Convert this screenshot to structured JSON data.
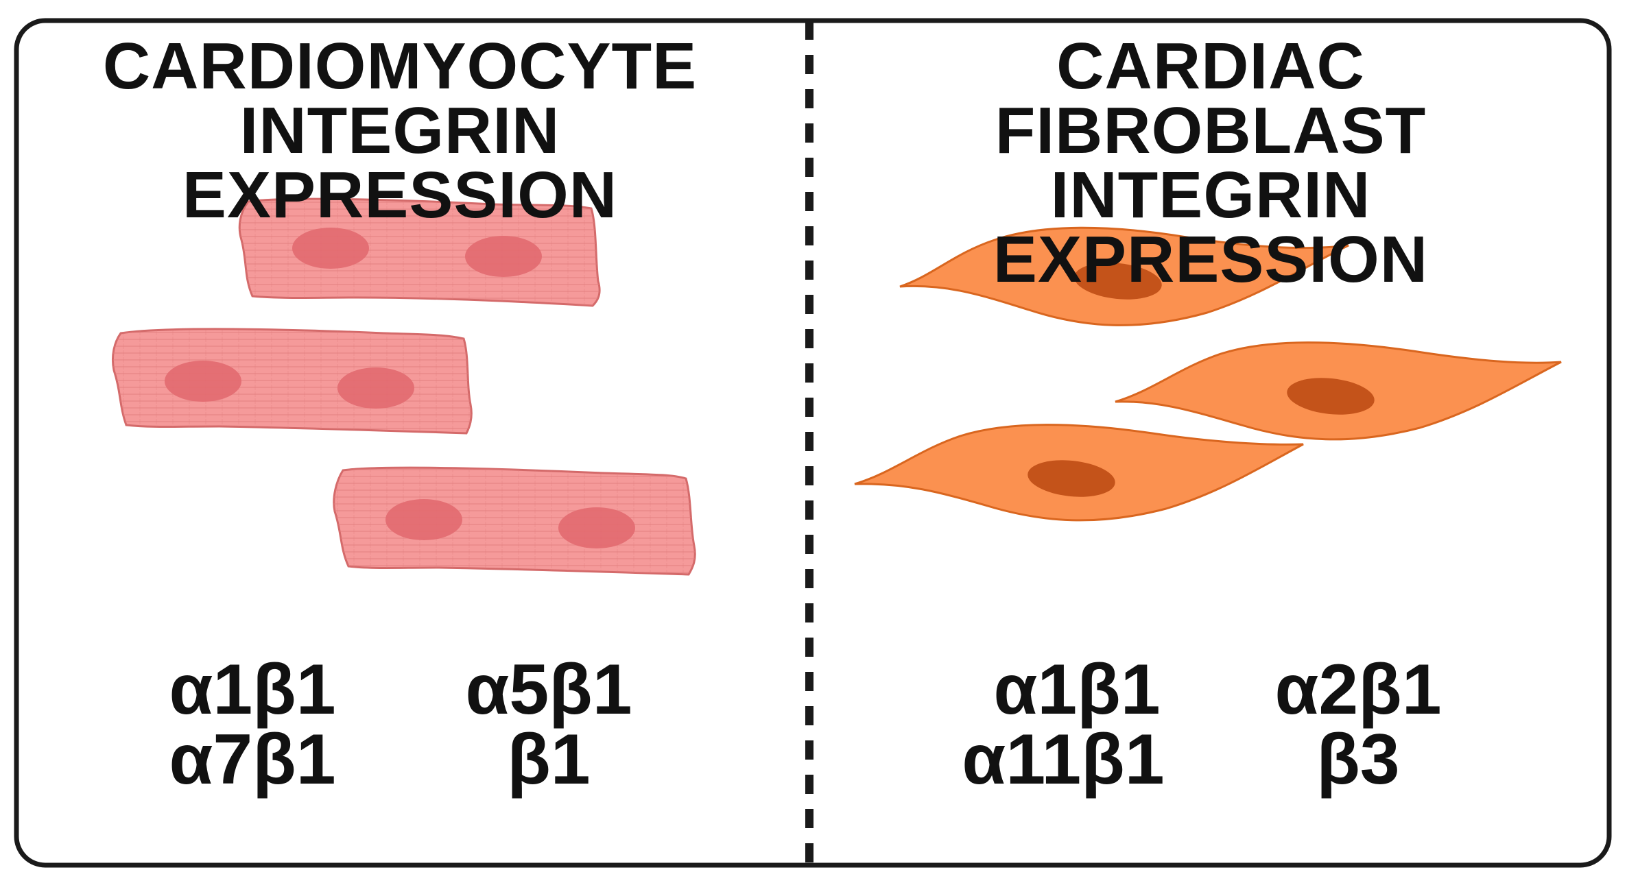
{
  "panels": {
    "left": {
      "title_line1": "CARDIOMYOCYTE",
      "title_line2": "INTEGRIN EXPRESSION",
      "integrins": [
        "α1β1",
        "α5β1",
        "α7β1",
        "β1"
      ]
    },
    "right": {
      "title_line1": "CARDIAC FIBROBLAST",
      "title_line2": "INTEGRIN EXPRESSION",
      "integrins": [
        "α1β1",
        "α2β1",
        "α11β1",
        "β3"
      ]
    }
  },
  "colors": {
    "frame": "#1a1a1a",
    "divider": "#1a1a1a",
    "cardiomyocyte_fill": "#f59a9a",
    "cardiomyocyte_outline": "#d46a6a",
    "cardiomyocyte_nucleus": "#e26a70",
    "fibroblast_fill": "#fb9150",
    "fibroblast_outline": "#d9661f",
    "fibroblast_nucleus": "#c4531a",
    "text": "#111111"
  },
  "icons": {
    "cardiomyocyte": "striated-rectangular-cell",
    "fibroblast": "spindle-shaped-cell"
  }
}
